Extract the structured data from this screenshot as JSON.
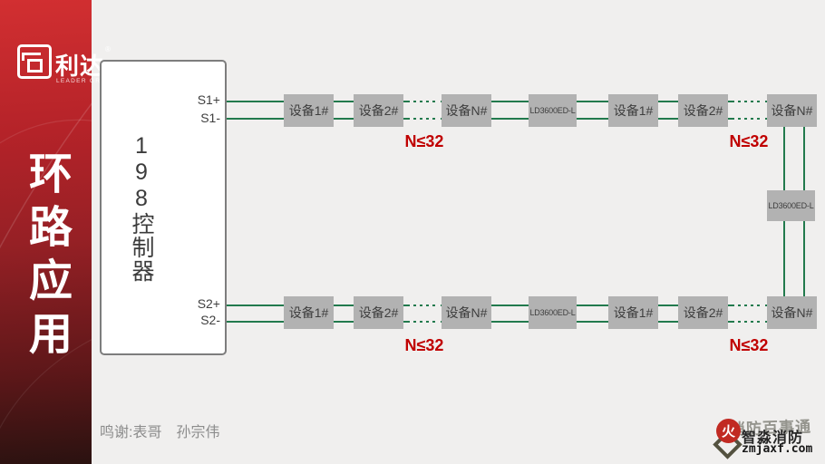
{
  "brand": {
    "logo_text": "利达",
    "logo_reg": "®",
    "logo_sub": "LEADER GROUP"
  },
  "sidebar": {
    "title": "环路应用"
  },
  "diagram": {
    "controller_label": "198控制器",
    "terminals": {
      "s1p": "S1+",
      "s1m": "S1-",
      "s2p": "S2+",
      "s2m": "S2-"
    },
    "labels": {
      "dev1": "设备1#",
      "dev2": "设备2#",
      "devn": "设备N#",
      "isolator": "LD3600ED-L"
    },
    "limit": "N≤32",
    "colors": {
      "wire_green": "#227a4d",
      "limit_red": "#c00000",
      "device_gray": "#b2b2b2",
      "sidebar_red": "#c9242b",
      "canvas_bg": "#f0efee"
    }
  },
  "footer": {
    "credit": "鸣谢:表哥　孙宗伟"
  },
  "watermark": {
    "ghost_text": "消防百事通",
    "brand": "智淼消防",
    "site": "zmjaxf.com",
    "icon_glyph": "火"
  }
}
